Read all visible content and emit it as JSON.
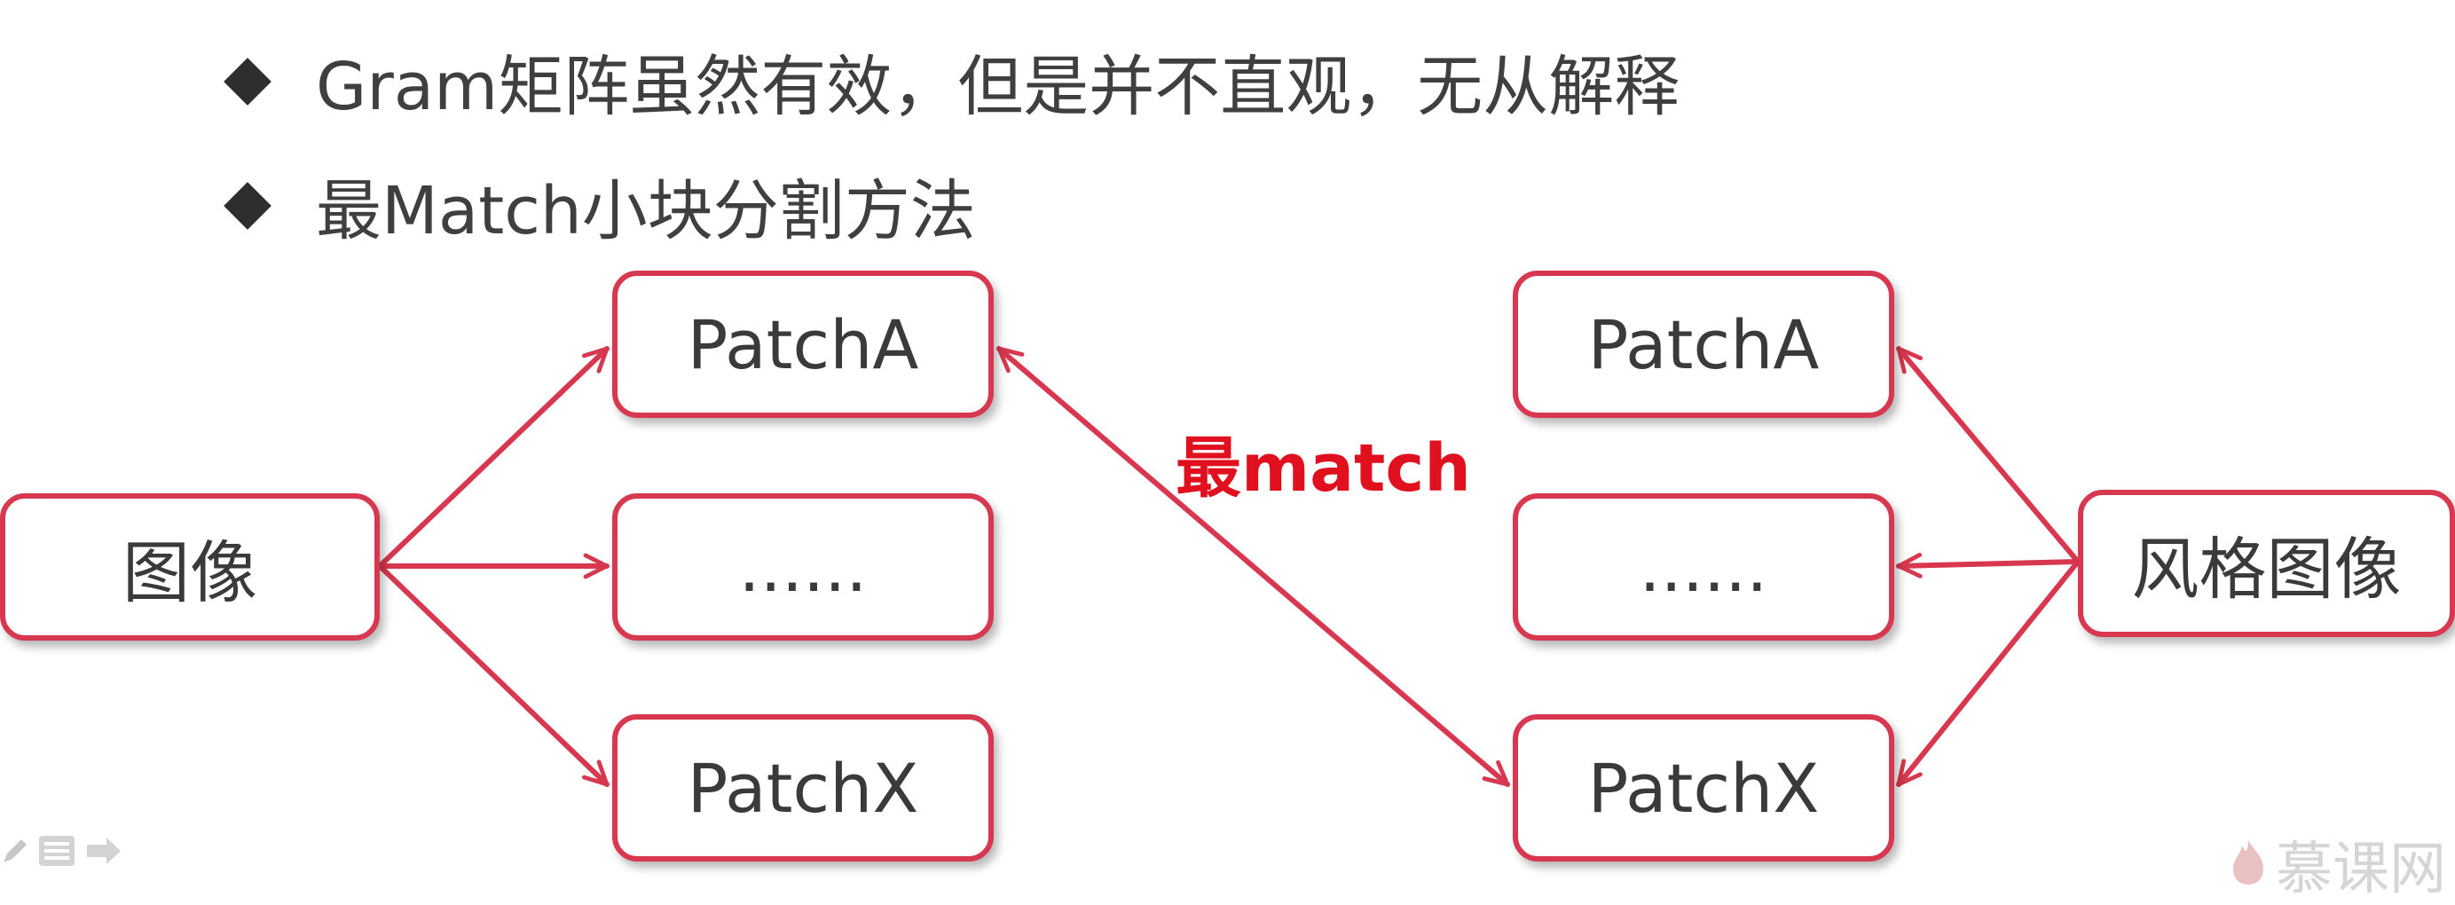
{
  "bullets": [
    {
      "text": "Gram矩阵虽然有效，但是并不直观，无从解释"
    },
    {
      "text": "最Match小块分割方法"
    }
  ],
  "diagram": {
    "left_source": "图像",
    "left_patches": [
      "PatchA",
      "......",
      "PatchX"
    ],
    "right_patches": [
      "PatchA",
      "......",
      "PatchX"
    ],
    "right_source": "风格图像",
    "match_label": "最match",
    "colors": {
      "box_border": "#d8384f",
      "arrow": "#d8384f",
      "match_label": "#e0101e"
    }
  },
  "watermark": {
    "brand": "慕课网"
  }
}
